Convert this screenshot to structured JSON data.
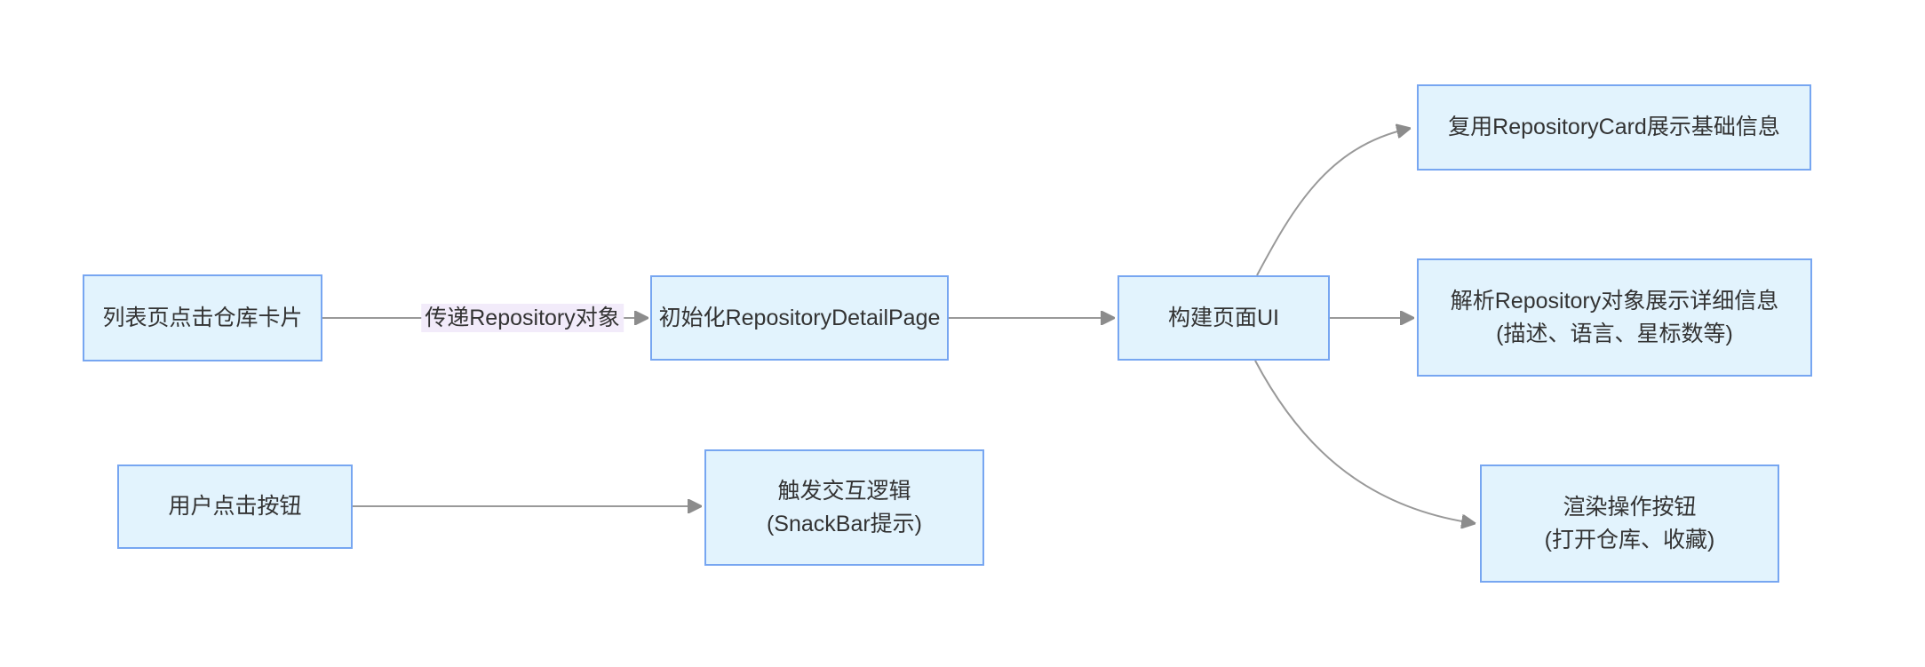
{
  "colors": {
    "canvas_bg": "#ffffff",
    "node_fill": "#e2f3fd",
    "node_border": "#77a6f1",
    "node_text": "#333333",
    "edge_line": "#999999",
    "arrowhead": "#8c8c8c",
    "edge_label_bg": "#f2ebfa",
    "edge_label_text": "#333333"
  },
  "diagram": {
    "type": "flowchart-left-to-right",
    "nodes": {
      "click_repo_card": {
        "label": "列表页点击仓库卡片"
      },
      "init_detail_page": {
        "label": "初始化RepositoryDetailPage"
      },
      "build_page_ui": {
        "label": "构建页面UI"
      },
      "reuse_repository_card": {
        "label": "复用RepositoryCard展示基础信息"
      },
      "parse_repository_object": {
        "label": "解析Repository对象展示详细信息\n(描述、语言、星标数等)"
      },
      "render_action_buttons": {
        "label": "渲染操作按钮\n(打开仓库、收藏)"
      },
      "user_click_button": {
        "label": "用户点击按钮"
      },
      "trigger_interaction": {
        "label": "触发交互逻辑\n(SnackBar提示)"
      }
    },
    "edges": [
      {
        "from": "click_repo_card",
        "to": "init_detail_page",
        "label": "传递Repository对象"
      },
      {
        "from": "init_detail_page",
        "to": "build_page_ui",
        "label": ""
      },
      {
        "from": "build_page_ui",
        "to": "reuse_repository_card",
        "label": ""
      },
      {
        "from": "build_page_ui",
        "to": "parse_repository_object",
        "label": ""
      },
      {
        "from": "build_page_ui",
        "to": "render_action_buttons",
        "label": ""
      },
      {
        "from": "user_click_button",
        "to": "trigger_interaction",
        "label": ""
      }
    ]
  }
}
